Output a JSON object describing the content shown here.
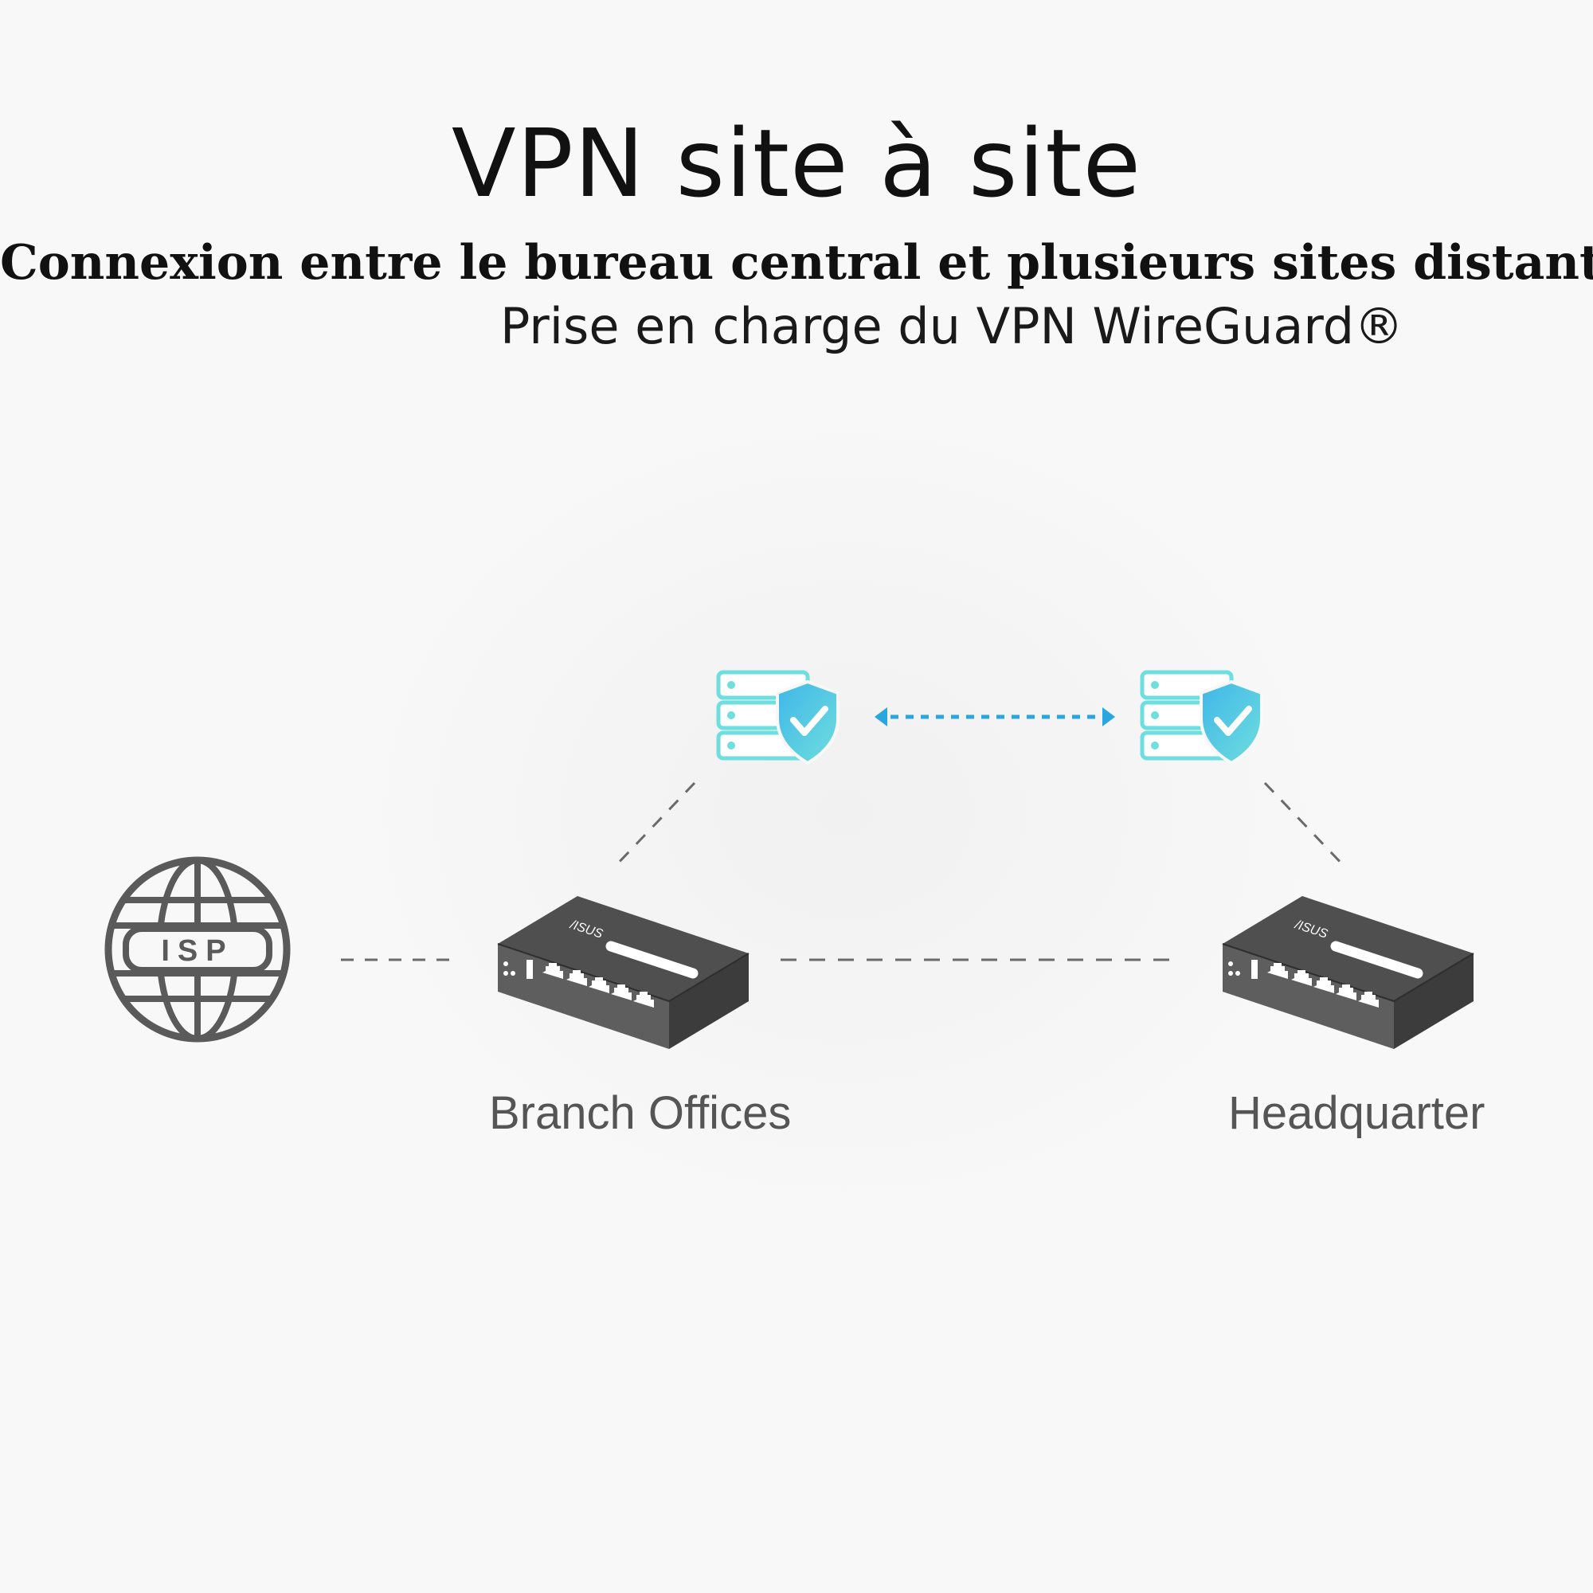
{
  "header": {
    "title": "VPN site à site",
    "subtitle": "Connexion entre le bureau central et plusieurs sites distants",
    "tagline": "Prise en charge du VPN WireGuard®"
  },
  "nodes": {
    "isp_label": "ISP",
    "branch_label": "Branch Offices",
    "hq_label": "Headquarter",
    "router_brand": "/ISUS"
  },
  "colors": {
    "background": "#f8f8f8",
    "text": "#111111",
    "label": "#555555",
    "device_gray": "#5a5a5a",
    "vpn_teal": "#6fdede",
    "vpn_blue": "#3fb7e8"
  }
}
